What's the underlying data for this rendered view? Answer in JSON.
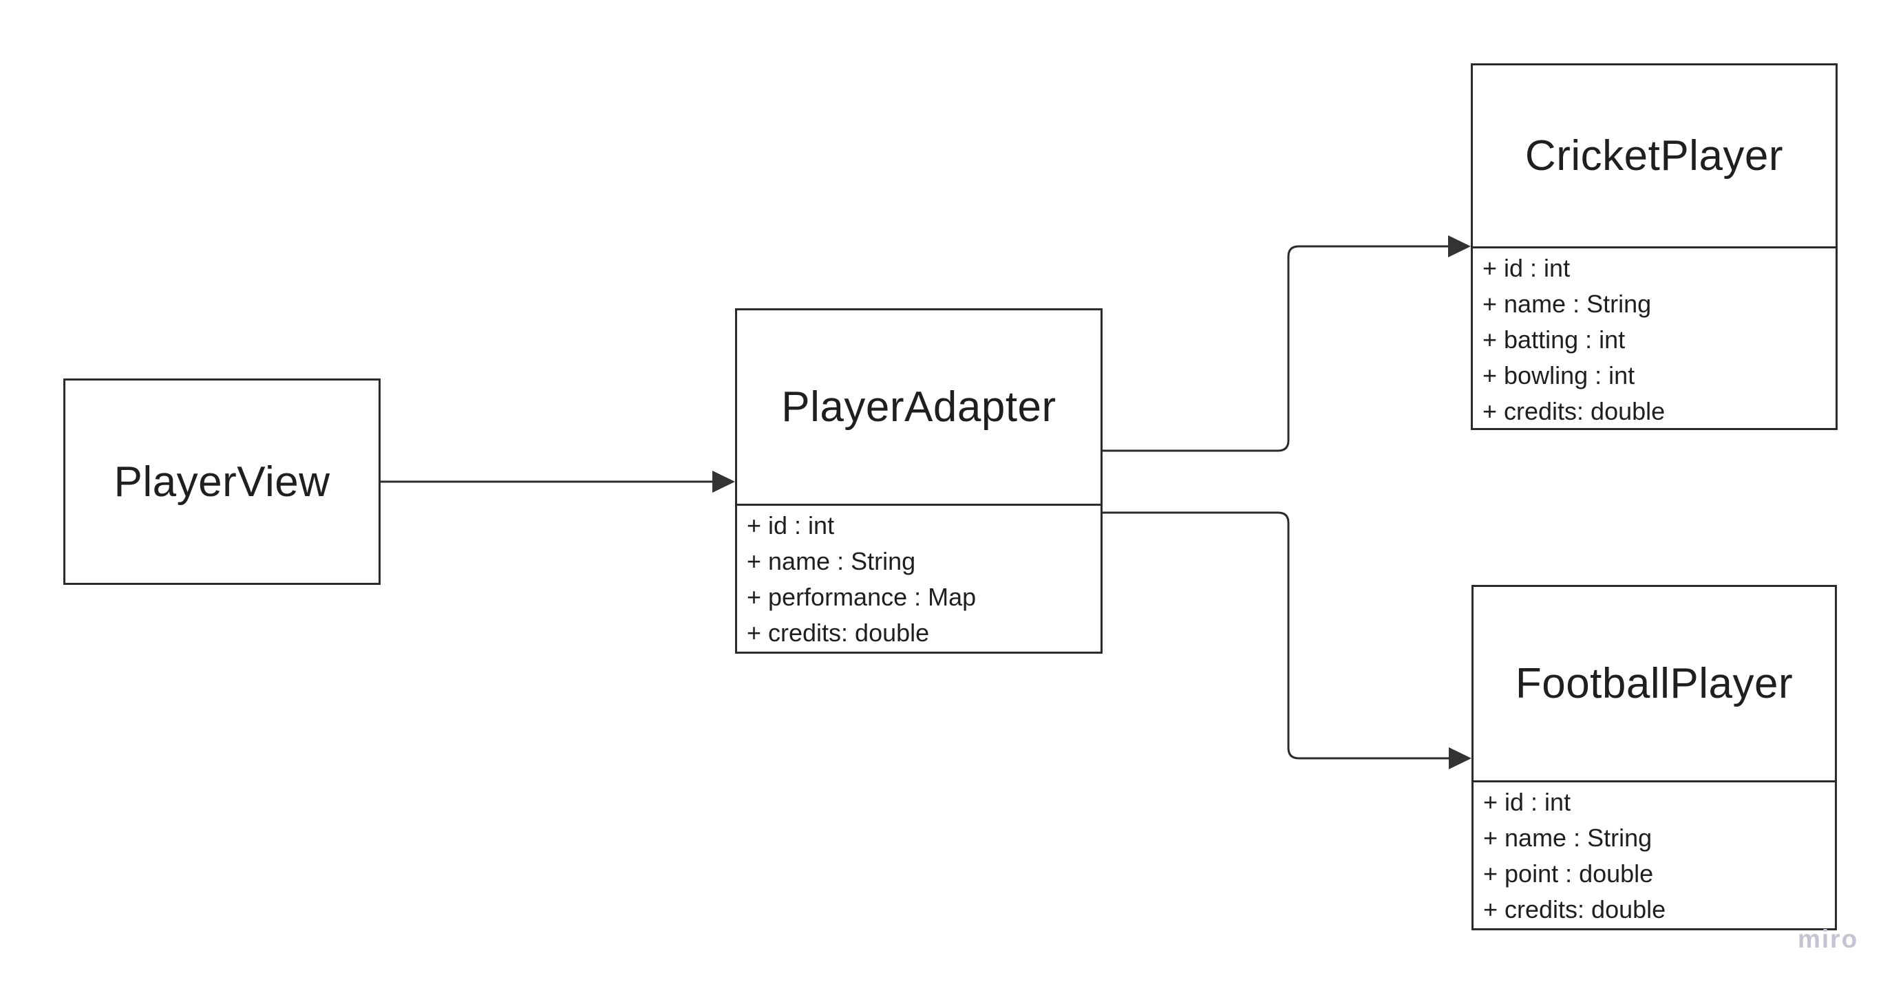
{
  "diagram": {
    "type": "uml-class-diagram",
    "classes": [
      {
        "name": "PlayerView",
        "attributes": []
      },
      {
        "name": "PlayerAdapter",
        "attributes": [
          "+ id : int",
          "+ name : String",
          "+ performance : Map",
          "+ credits: double"
        ]
      },
      {
        "name": "CricketPlayer",
        "attributes": [
          "+ id : int",
          "+ name : String",
          "+ batting : int",
          "+ bowling : int",
          "+ credits: double"
        ]
      },
      {
        "name": "FootballPlayer",
        "attributes": [
          "+ id : int",
          "+ name : String",
          "+ point : double",
          "+ credits: double"
        ]
      }
    ],
    "connectors": [
      {
        "from": "PlayerView",
        "to": "PlayerAdapter",
        "style": "solid-arrow"
      },
      {
        "from": "PlayerAdapter",
        "to": "CricketPlayer",
        "style": "solid-arrow"
      },
      {
        "from": "PlayerAdapter",
        "to": "FootballPlayer",
        "style": "solid-arrow"
      }
    ]
  },
  "watermark": {
    "text": "miro",
    "color": "#c3c3d1"
  },
  "colors": {
    "background": "#ffffff",
    "shape_border": "#2b2b2b",
    "shape_fill": "#ffffff",
    "connector": "#2b2b2b",
    "text": "#1f1f1f"
  }
}
